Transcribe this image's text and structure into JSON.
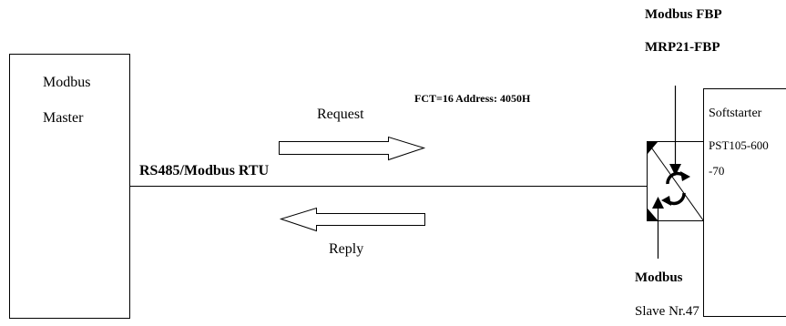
{
  "master": {
    "line1": "Modbus",
    "line2": "Master"
  },
  "bus": {
    "label": "RS485/Modbus RTU"
  },
  "request": {
    "label": "Request",
    "detail": "FCT=16  Address: 4050H"
  },
  "reply": {
    "label": "Reply"
  },
  "fbp": {
    "line1": "Modbus FBP",
    "line2": "MRP21-FBP"
  },
  "softstarter": {
    "line1": "Softstarter",
    "line2": "PST105-600",
    "line3": "-70"
  },
  "slave": {
    "line1": "Modbus",
    "line2": "Slave Nr.47"
  }
}
